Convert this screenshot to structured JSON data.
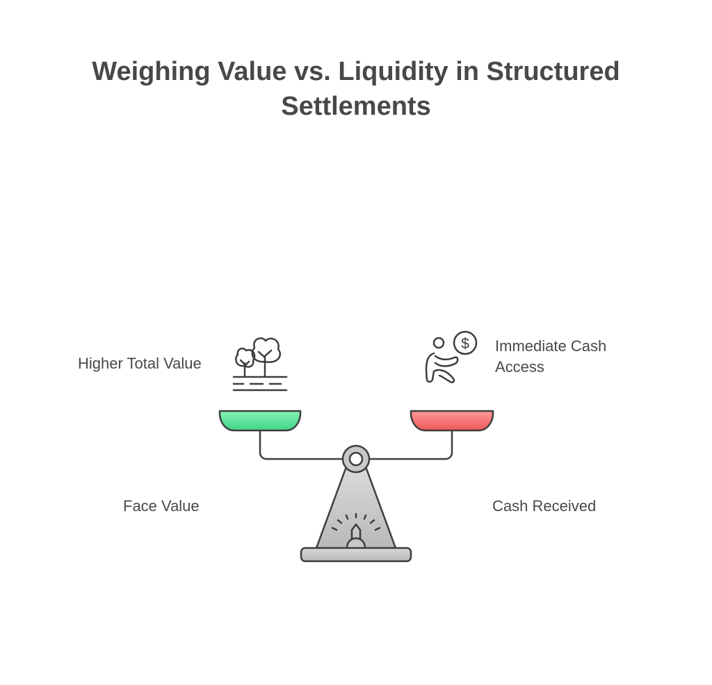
{
  "title": {
    "line1": "Weighing Value vs. Liquidity in Structured",
    "line2": "Settlements"
  },
  "left": {
    "top_label": "Higher Total Value",
    "bottom_label": "Face Value",
    "icon": "trees-landscape-icon",
    "pan_color": "#5ee89a"
  },
  "right": {
    "top_label_line1": "Immediate Cash",
    "top_label_line2": "Access",
    "bottom_label": "Cash Received",
    "icon": "person-dollar-icon",
    "pan_color": "#f36b6b"
  },
  "colors": {
    "stroke": "#3d3d3d",
    "base_fill": "#c8c8c8"
  }
}
